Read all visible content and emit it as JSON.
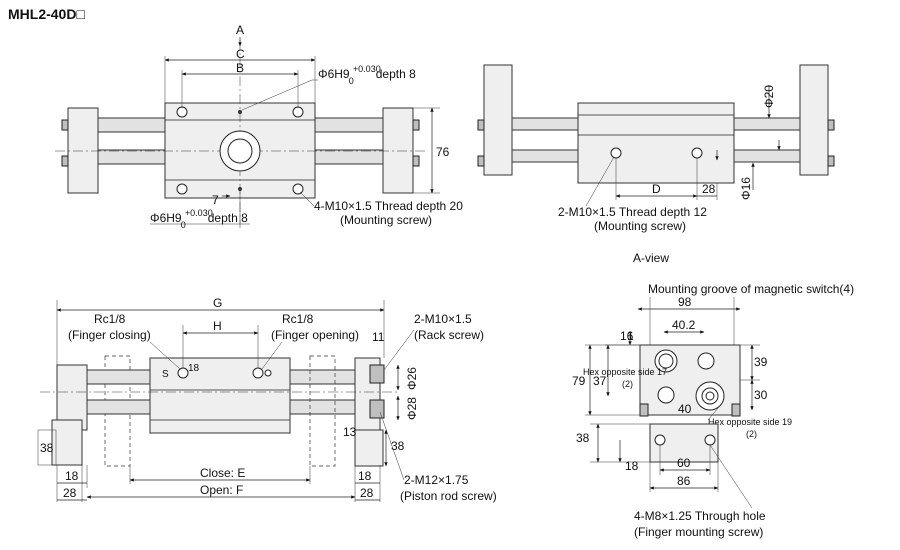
{
  "title": "MHL2-40D□",
  "top_view": {
    "dims": {
      "A": "A",
      "C": "C",
      "B": "B",
      "h76": "76",
      "d7": "7"
    },
    "hole_upper": {
      "prefix": "Φ6H9 ",
      "sup": "+0.030",
      "sub": "0",
      "suffix": "depth 8"
    },
    "hole_lower": {
      "prefix": "Φ6H9 ",
      "sup": "+0.030",
      "sub": "0",
      "suffix": "depth 8"
    },
    "thread_line1": "4-M10×1.5 Thread depth 20",
    "thread_line2": "(Mounting screw)"
  },
  "a_view": {
    "dims": {
      "d20": "Φ20",
      "d16": "Φ16",
      "D": "D",
      "d28": "28"
    },
    "thread_line1": "2-M10×1.5 Thread depth 12",
    "thread_line2": "(Mounting screw)",
    "caption": "A-view"
  },
  "front_view": {
    "dims": {
      "G": "G",
      "H": "H",
      "d18a": "18",
      "d11": "11",
      "d26": "Φ26",
      "d28phi": "Φ28",
      "d13": "13",
      "d38r": "38",
      "d38l": "38",
      "d18b": "18",
      "d28b": "28",
      "d18c": "18",
      "d28c": "28",
      "S": "S"
    },
    "port_close_1": "Rc1/8",
    "port_close_2": "(Finger closing)",
    "port_open_1": "Rc1/8",
    "port_open_2": "(Finger opening)",
    "rack_1": "2-M10×1.5",
    "rack_2": "(Rack screw)",
    "close": "Close: E",
    "open": "Open: F",
    "piston_1": "2-M12×1.75",
    "piston_2": "(Piston rod screw)"
  },
  "side_view": {
    "groove": "Mounting groove of magnetic switch(4)",
    "dims": {
      "d98": "98",
      "d40_2": "40.2",
      "d16": "16",
      "d1": "1",
      "d39": "39",
      "d79": "79",
      "d37": "37",
      "d30": "30",
      "d40": "40",
      "d38": "38",
      "d18": "18",
      "d60": "60",
      "d86": "86"
    },
    "hex1": "Hex opposite side 17",
    "hex1_sub": "(2)",
    "hex2": "Hex opposite side 19",
    "hex2_sub": "(2)",
    "through_1": "4-M8×1.25 Through hole",
    "through_2": "(Finger mounting screw)"
  }
}
